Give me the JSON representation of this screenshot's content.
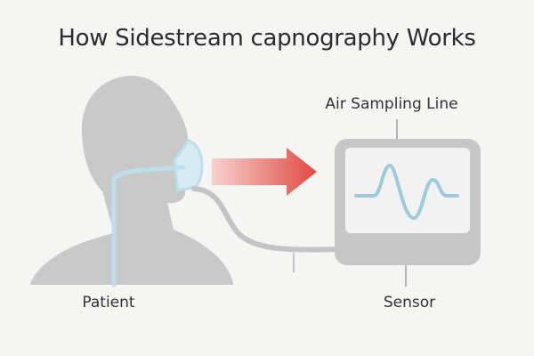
{
  "title": "How Sidestream capnography Works",
  "labels": {
    "air_sampling_line": "Air Sampling Line",
    "patient": "Patient",
    "sensor": "Sensor"
  },
  "colors": {
    "silhouette": "#c9c9c9",
    "tube": "#bcdfe9",
    "hose": "#c4c4c4",
    "monitor_body": "#c6c6c6",
    "monitor_screen": "#f2f2f2",
    "waveform": "#9ecbdc",
    "arrow_start": "#f6d1cf",
    "arrow_end": "#e24a42"
  }
}
